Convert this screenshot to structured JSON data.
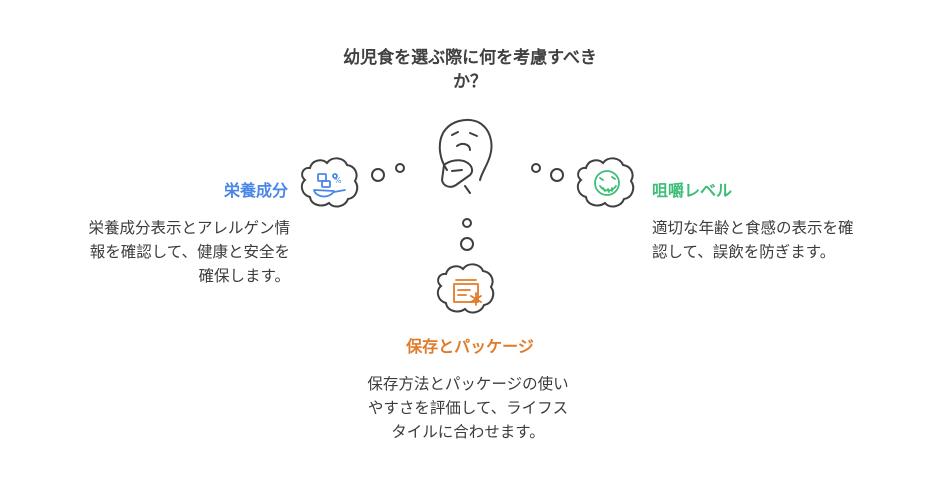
{
  "question": {
    "line1": "幼児食を選ぶ際に何を考慮すべき",
    "line2": "か？"
  },
  "nutrition": {
    "title": "栄養成分",
    "desc_lines": [
      "栄養成分表示とアレルゲン情",
      "報を確認して、健康と安全を",
      "確保します。"
    ],
    "icon": "nutrition-scale-icon",
    "color": "#4a86e8"
  },
  "chewing": {
    "title": "咀嚼レベル",
    "desc_lines": [
      "適切な年齢と食感の表示を確",
      "認して、誤飲を防ぎます。"
    ],
    "icon": "chewing-face-icon",
    "color": "#3cbd78"
  },
  "storage": {
    "title": "保存とパッケージ",
    "desc_lines": [
      "保存方法とパッケージの使い",
      "やすさを評価して、ライフス",
      "タイルに合わせます。"
    ],
    "icon": "freezer-package-icon",
    "color": "#e07b2a"
  },
  "center_icon": "thinking-face-icon"
}
